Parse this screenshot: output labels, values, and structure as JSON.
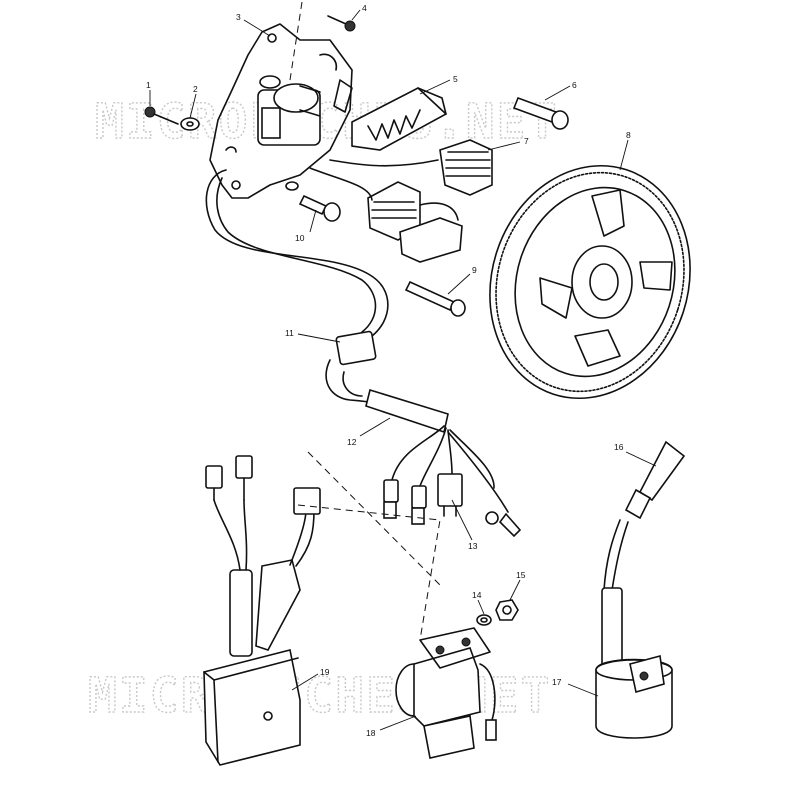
{
  "watermark": {
    "text": "MICROFICHES.NET"
  },
  "callouts": [
    {
      "label": "1"
    },
    {
      "label": "2"
    },
    {
      "label": "3"
    },
    {
      "label": "4"
    },
    {
      "label": "5"
    },
    {
      "label": "6"
    },
    {
      "label": "7"
    },
    {
      "label": "8"
    },
    {
      "label": "9"
    },
    {
      "label": "10"
    },
    {
      "label": "11"
    },
    {
      "label": "12"
    },
    {
      "label": "13"
    },
    {
      "label": "14"
    },
    {
      "label": "15"
    },
    {
      "label": "16"
    },
    {
      "label": "17"
    },
    {
      "label": "18"
    },
    {
      "label": "19"
    }
  ]
}
